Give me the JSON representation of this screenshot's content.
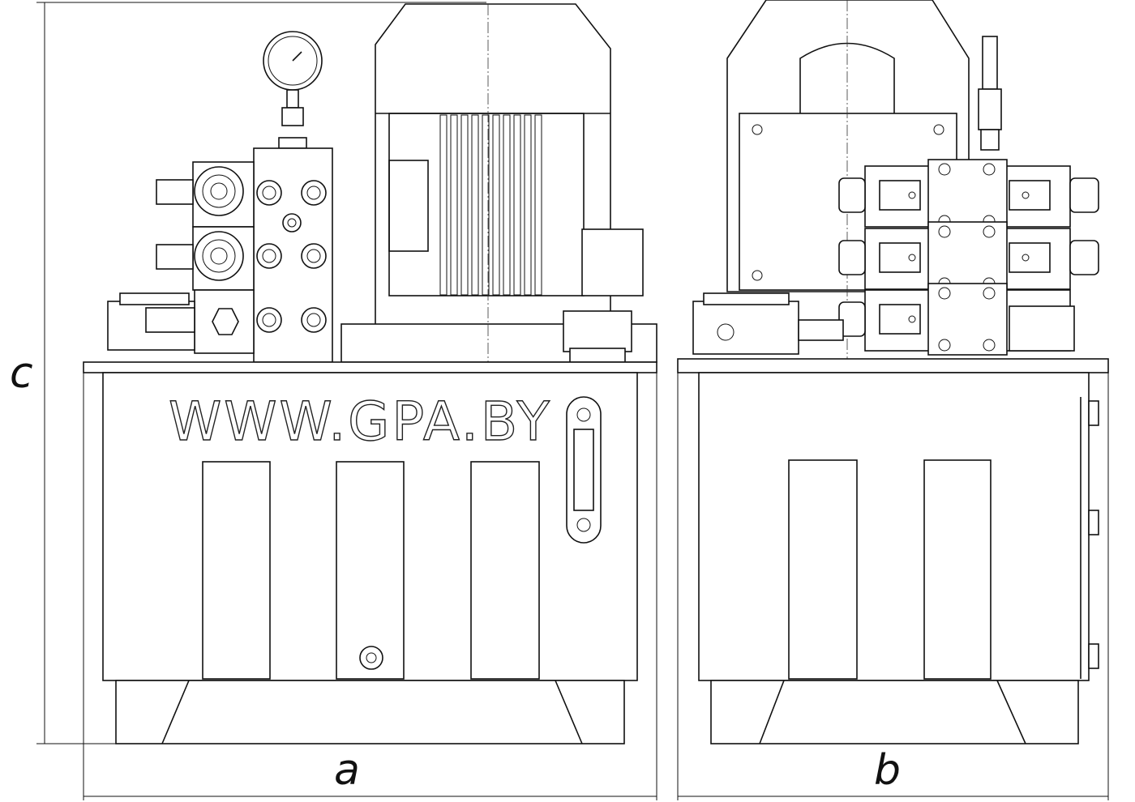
{
  "drawing": {
    "logo_text": "WWW.GPA.BY",
    "dimension_labels": {
      "width_front": "a",
      "width_side": "b",
      "height": "c"
    }
  }
}
